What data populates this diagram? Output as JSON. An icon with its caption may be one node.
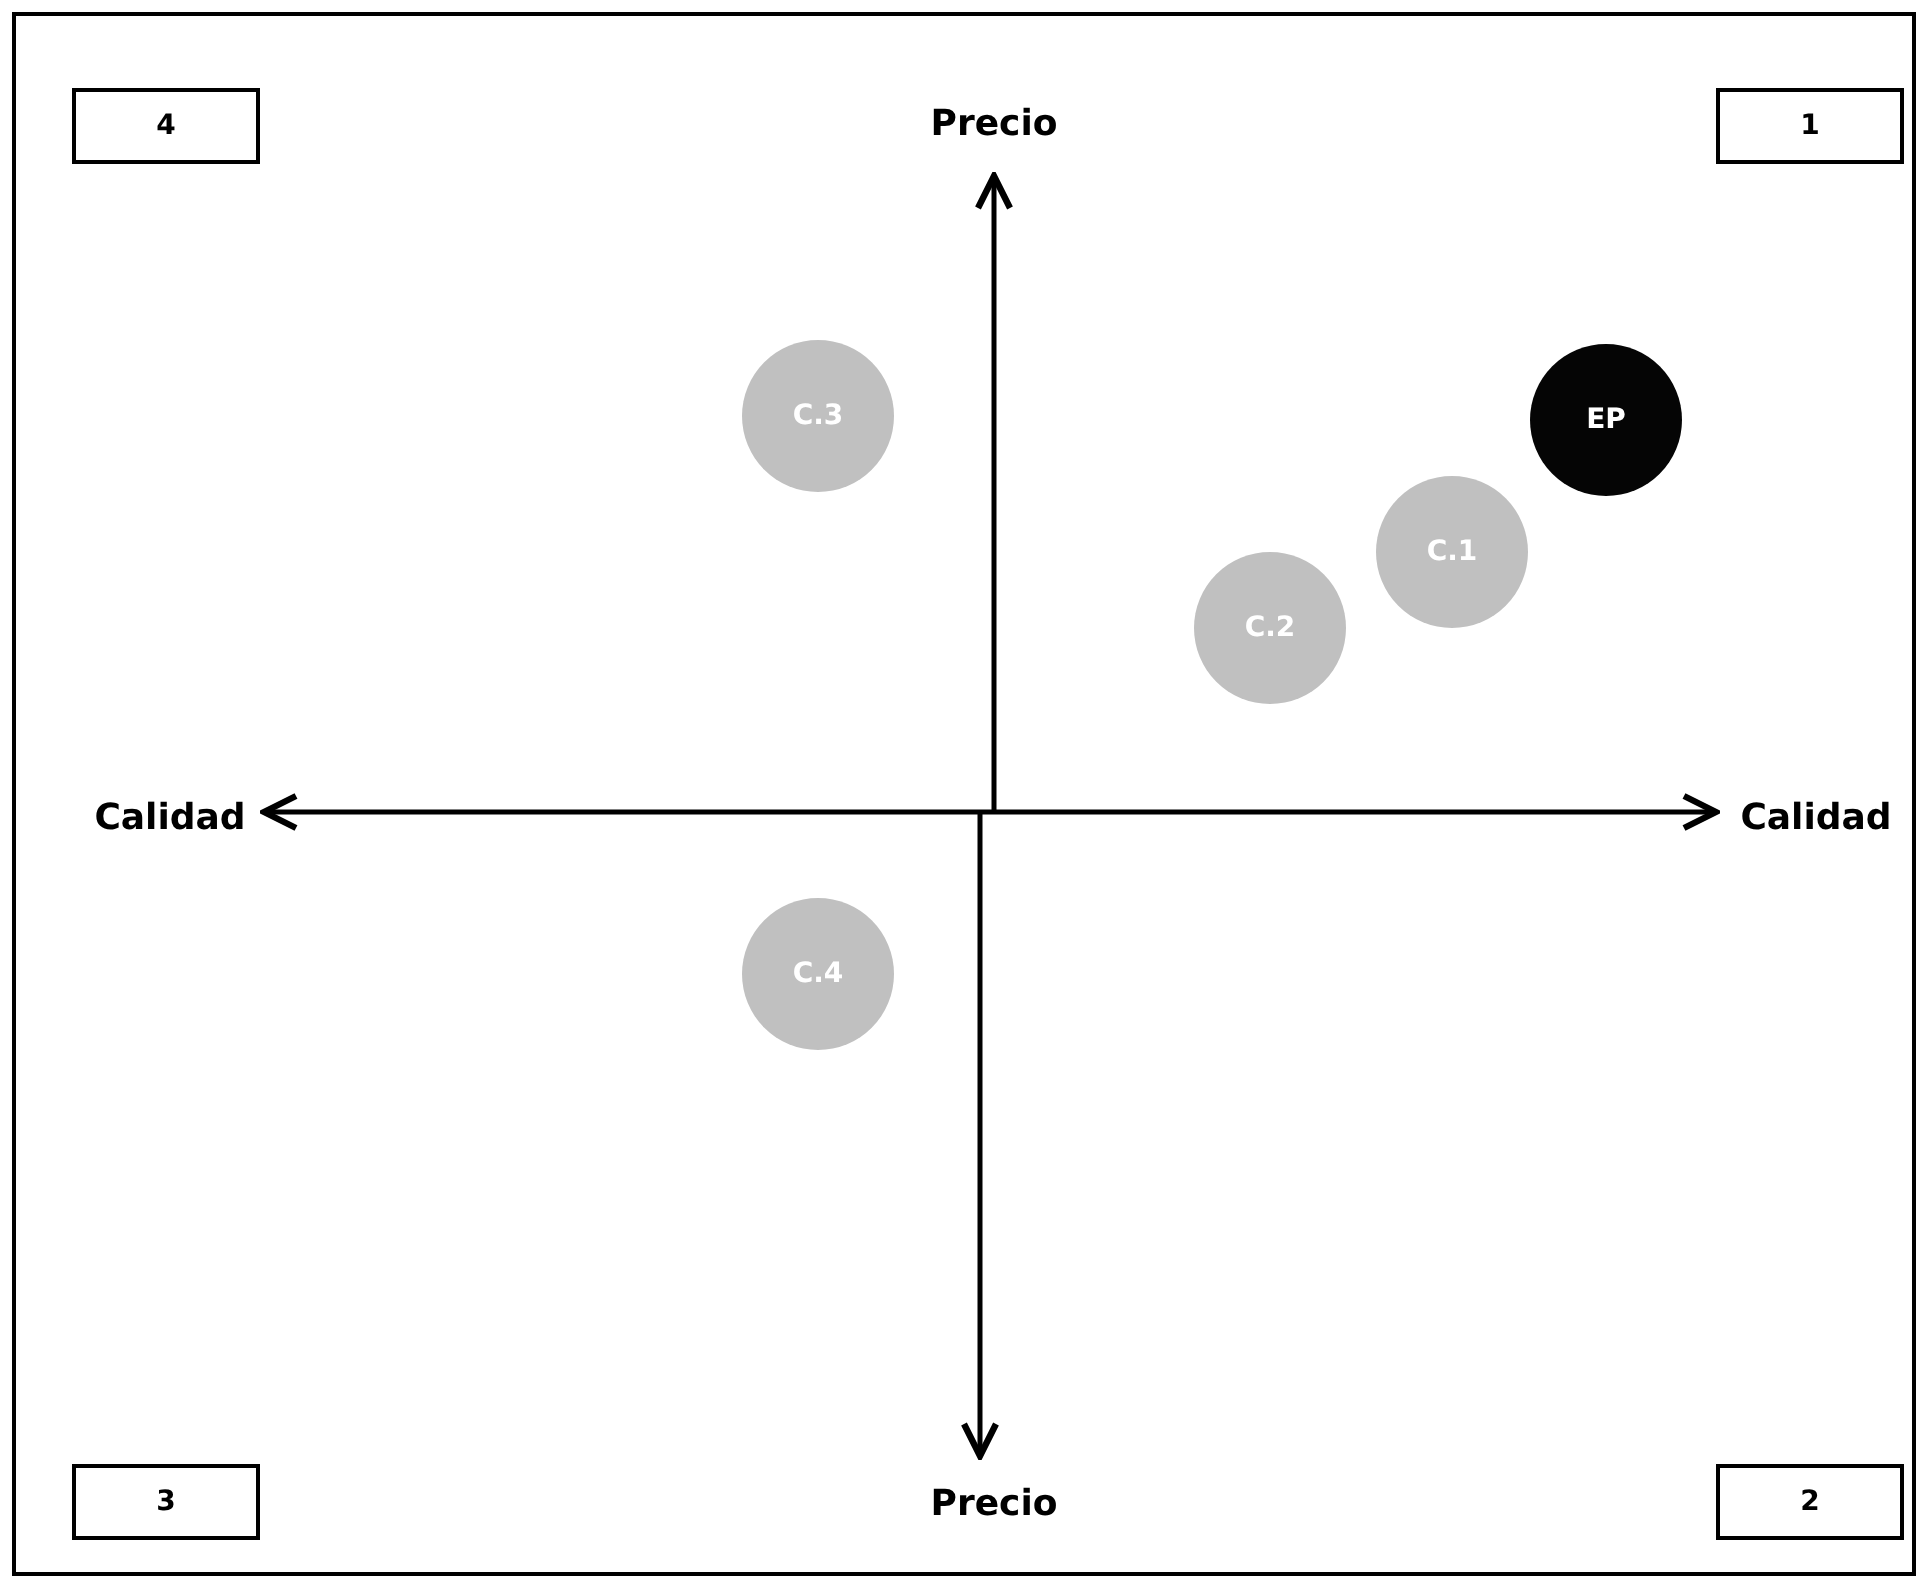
{
  "diagram": {
    "nodes": [
      {
        "text": [
          "4"
        ]
      },
      {
        "text": [
          "1"
        ]
      },
      {
        "text": [
          "C.3"
        ]
      },
      {
        "text": [
          "EP"
        ]
      },
      {
        "text": [
          "C.1"
        ]
      },
      {
        "text": [
          "C.2"
        ]
      },
      {
        "text": [
          "C.4"
        ]
      },
      {
        "text": [
          "3"
        ]
      },
      {
        "text": [
          "2"
        ]
      }
    ],
    "labels": [
      "Precio",
      "Calidad",
      "Calidad",
      "Precio"
    ]
  }
}
